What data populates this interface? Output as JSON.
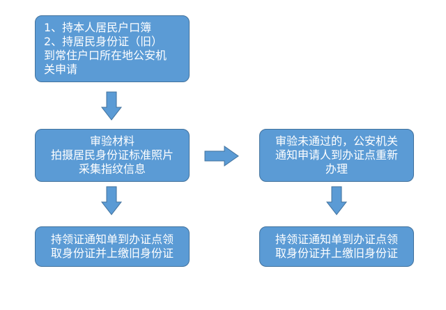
{
  "nodes": {
    "step1": {
      "lines": [
        "1、持本人居民户口簿",
        "2、持居民身份证（旧）",
        "到常住户口所在地公安机",
        "关申请"
      ]
    },
    "step2": {
      "lines": [
        "审验材料",
        "拍摄居民身份证标准照片",
        "采集指纹信息"
      ]
    },
    "step3_left": {
      "lines": [
        "持领证通知单到办证点领",
        "取身份证并上缴旧身份证"
      ]
    },
    "fail": {
      "lines": [
        "审验未通过的，公安机关",
        "通知申请人到办证点重新",
        "办理"
      ]
    },
    "step3_right": {
      "lines": [
        "持领证通知单到办证点领",
        "取身份证并上缴旧身份证"
      ]
    }
  },
  "colors": {
    "box_fill": "#5b9bd5",
    "box_border": "#41719c",
    "text": "#ffffff"
  }
}
